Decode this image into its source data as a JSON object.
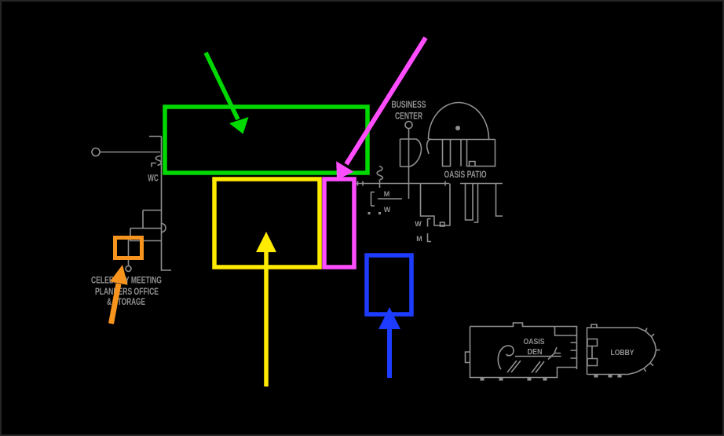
{
  "colors": {
    "background": "#000000",
    "plan_line": "#8f8f8f",
    "plan_text": "#919191",
    "border": "#262626",
    "green": "#00d900",
    "yellow": "#ffeb00",
    "magenta": "#ff4dff",
    "blue": "#1e3cff",
    "orange": "#f7941d"
  },
  "labels": {
    "wc": "WC",
    "business_center": [
      "BUSINESS",
      "CENTER"
    ],
    "oasis_patio": "OASIS PATIO",
    "restrooms": {
      "m1": "M",
      "w1": "W",
      "w2": "W",
      "m2": "M"
    },
    "celebrity_office": [
      "CELEBRITY MEETING",
      "PLANNERS OFFICE",
      "& STORAGE"
    ],
    "oasis_den": [
      "OASIS",
      "DEN"
    ],
    "lobby": "LOBBY"
  }
}
